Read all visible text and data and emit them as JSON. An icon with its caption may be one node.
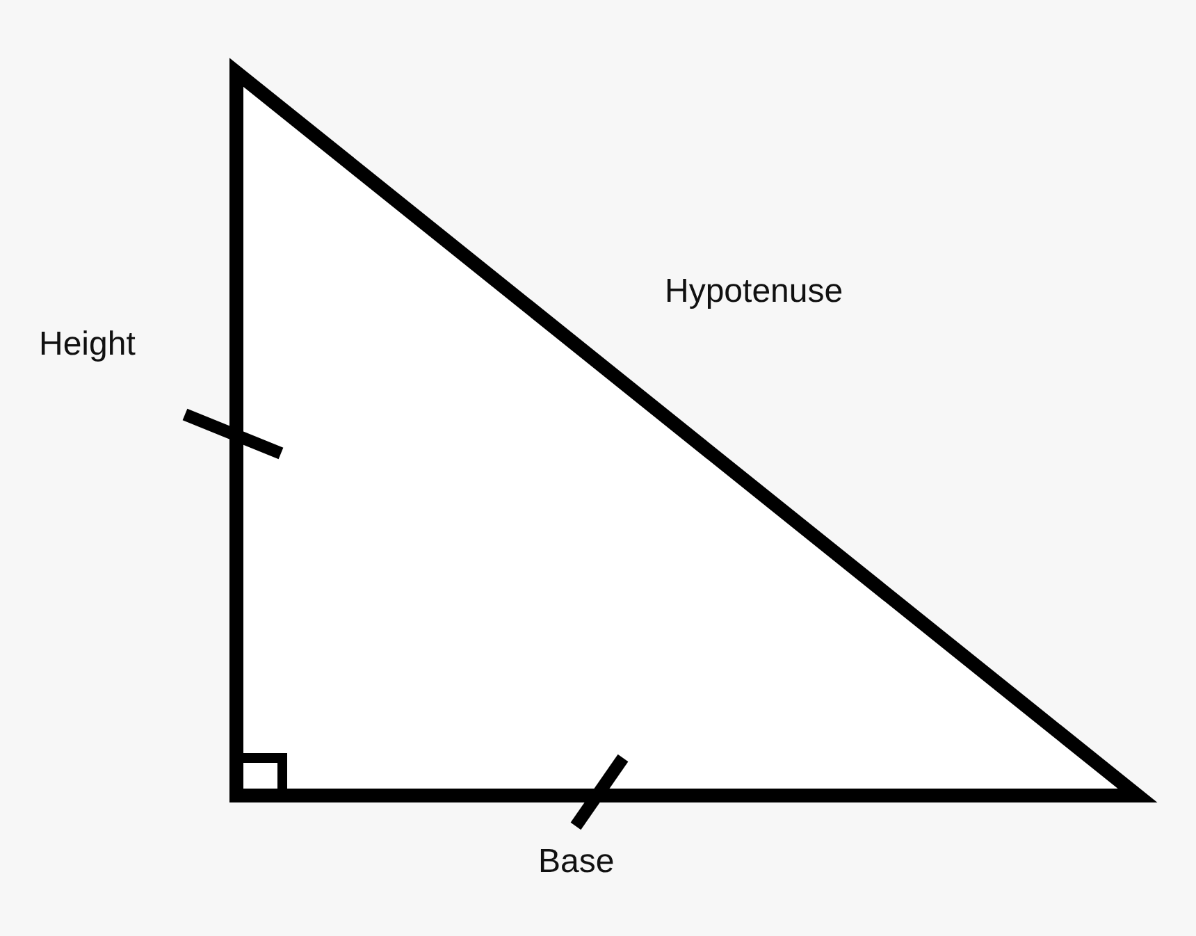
{
  "diagram": {
    "labels": [
      "Height",
      "Hypotenuse",
      "Base"
    ]
  }
}
